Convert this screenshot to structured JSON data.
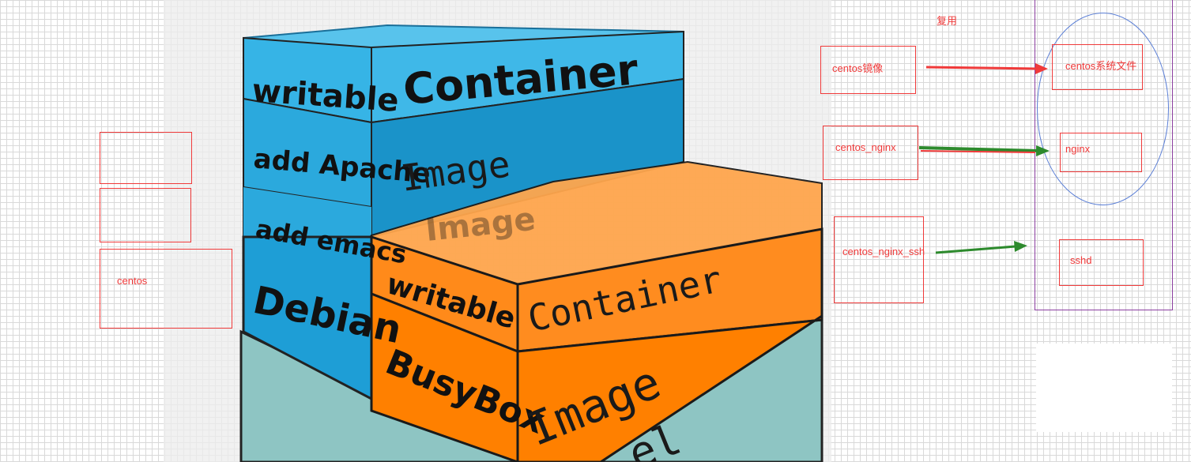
{
  "diagram": {
    "top_stack": {
      "writable_label": "writable",
      "container_label": "Container",
      "apache_label": "add Apache",
      "emacs_label": "add emacs",
      "debian_label": "Debian",
      "image_label": "Image"
    },
    "bottom_stack": {
      "writable_label": "writable",
      "container_label": "Container",
      "busybox_label": "BusyBox",
      "image_label": "Image",
      "ghost_label": "Image",
      "kernel_fragment": "el"
    },
    "colors": {
      "blue_light": "#36b4e6",
      "blue_dark": "#1a93c9",
      "orange": "#ff8000",
      "orange_light": "#ff9a2e",
      "teal": "#8ec5c3",
      "annotation_red": "#f03a3a",
      "arrow_green": "#2d8a2d",
      "frame_purple": "#8b3fa0",
      "ellipse_blue": "#5b7fd6"
    }
  },
  "annotations": {
    "left_label": "centos",
    "reuse_label": "复用",
    "images": [
      "centos镜像",
      "centos_nginx",
      "centos_nginx_ssh"
    ],
    "layers": [
      "centos系统文件",
      "nginx",
      "sshd"
    ]
  }
}
